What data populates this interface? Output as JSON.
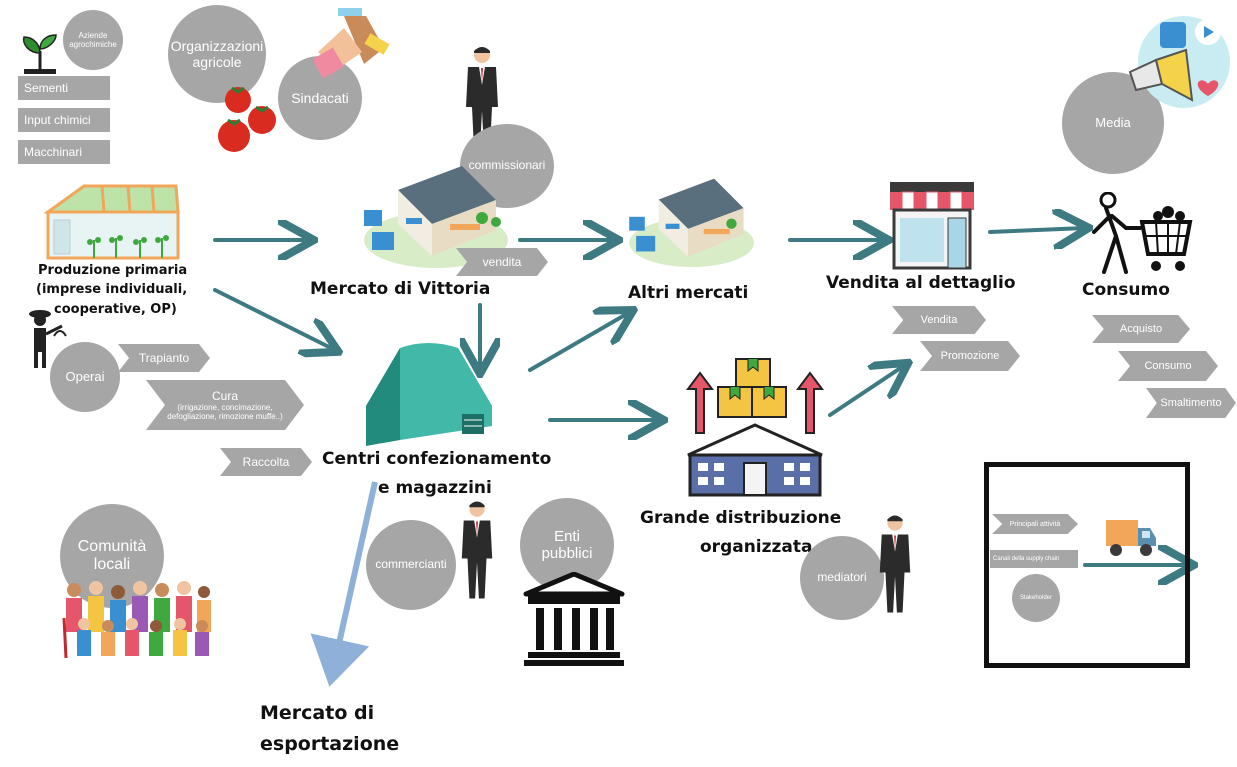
{
  "nodes": {
    "produzione": "Produzione primaria",
    "produzione_sub1": "(imprese individuali,",
    "produzione_sub2": "cooperative, OP)",
    "mercato_vittoria": "Mercato di Vittoria",
    "altri_mercati": "Altri mercati",
    "vendita_dettaglio": "Vendita al dettaglio",
    "consumo": "Consumo",
    "centri_1": "Centri confezionamento",
    "centri_2": "e magazzini",
    "gdo_1": "Grande distribuzione",
    "gdo_2": "organizzata",
    "export_1": "Mercato di",
    "export_2": "esportazione"
  },
  "stakeholders": {
    "aziende_1": "Aziende",
    "aziende_2": "agrochimiche",
    "organizzazioni_1": "Organizzazioni",
    "organizzazioni_2": "agricole",
    "sindacati": "Sindacati",
    "commissionari": "commissionari",
    "media": "Media",
    "operai": "Operai",
    "comunita_1": "Comunità",
    "comunita_2": "locali",
    "commercianti": "commercianti",
    "enti_1": "Enti",
    "enti_2": "pubblici",
    "mediatori": "mediatori"
  },
  "activities": {
    "sementi": "Sementi",
    "input_chimici": "Input chimici",
    "macchinari": "Macchinari",
    "vendita_mv": "vendita",
    "trapianto": "Trapianto",
    "cura": "Cura",
    "cura_sub1": "(irrigazione, concimazione,",
    "cura_sub2": "defogliazione, rimozione muffe..)",
    "raccolta": "Raccolta",
    "vendita_vd": "Vendita",
    "promozione": "Promozione",
    "acquisto": "Acquisto",
    "consumo_act": "Consumo",
    "smaltimento": "Smaltimento"
  },
  "legend": {
    "principali_attivita": "Principali attività",
    "canali": "Canali della supply chain",
    "stakeholder": "Stakeholder"
  },
  "colors": {
    "flow_arrow": "#3e7a82",
    "export_arrow": "#8fb0d8",
    "bubble": "#a6a6a6",
    "warehouse_teal": "#2a9d8f"
  }
}
